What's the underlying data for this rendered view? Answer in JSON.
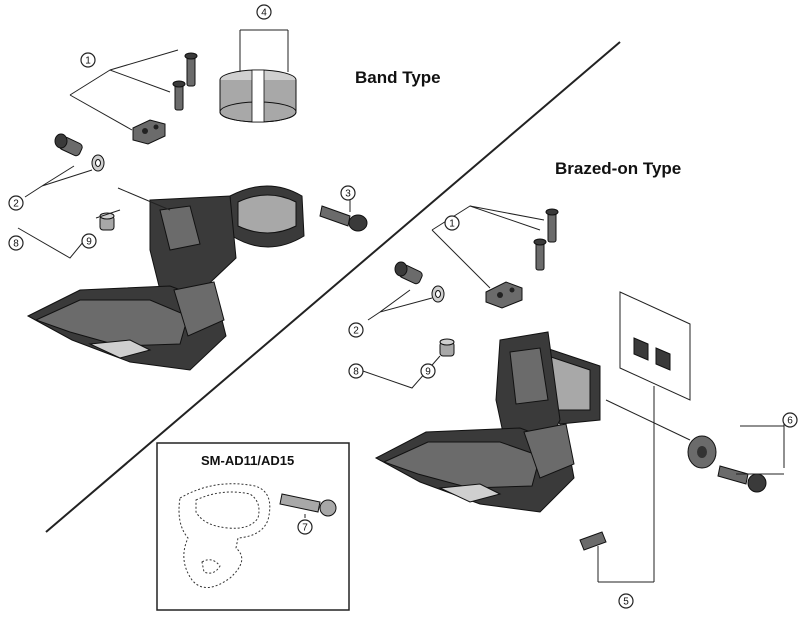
{
  "sections": {
    "band_title": "Band Type",
    "brazed_title": "Brazed-on Type",
    "inset_title": "SM-AD11/AD15"
  },
  "callouts": {
    "c1_band": "1",
    "c2_band": "2",
    "c3_band": "3",
    "c4_band": "4",
    "c8_band": "8",
    "c9_band": "9",
    "c1_brazed": "1",
    "c2_brazed": "2",
    "c5_brazed": "5",
    "c6_brazed": "6",
    "c8_brazed": "8",
    "c9_brazed": "9",
    "c7_inset": "7"
  }
}
